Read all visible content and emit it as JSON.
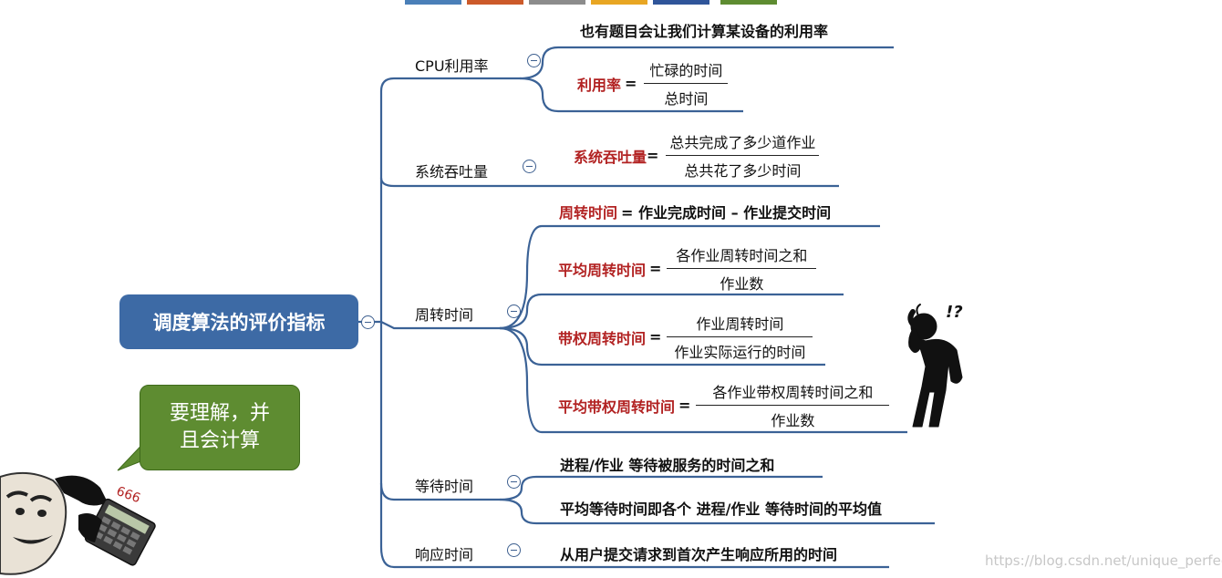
{
  "colors": {
    "root_bg": "#3d6aa5",
    "line": "#3b6296",
    "highlight_red": "#b22222",
    "bubble_bg": "#5e8c31"
  },
  "toolbar_swatches": [
    "#4a7fb8",
    "#cc5a2a",
    "#8c8c8c",
    "#e8a623",
    "#2f559a",
    "#5e8c31"
  ],
  "root": {
    "label": "调度算法的评价指标"
  },
  "branches": {
    "cpu": {
      "label": "CPU利用率",
      "note": "也有题目会让我们计算某设备的利用率",
      "formula": {
        "lhs": "利用率",
        "eq": "=",
        "num": "忙碌的时间",
        "den": "总时间"
      }
    },
    "throughput": {
      "label": "系统吞吐量",
      "formula": {
        "lhs": "系统吞吐量",
        "eq": "=",
        "num": "总共完成了多少道作业",
        "den": "总共花了多少时间"
      }
    },
    "turnaround": {
      "label": "周转时间",
      "def": {
        "lhs": "周转时间",
        "rhs": "= 作业完成时间 – 作业提交时间"
      },
      "avg": {
        "lhs": "平均周转时间",
        "eq": "=",
        "num": "各作业周转时间之和",
        "den": "作业数"
      },
      "weighted": {
        "lhs": "带权周转时间",
        "eq": "=",
        "num": "作业周转时间",
        "den": "作业实际运行的时间"
      },
      "avg_weighted": {
        "lhs": "平均带权周转时间",
        "eq": "=",
        "num": "各作业带权周转时间之和",
        "den": "作业数"
      }
    },
    "waiting": {
      "label": "等待时间",
      "item1": "进程/作业 等待被服务的时间之和",
      "item2": "平均等待时间即各个 进程/作业 等待时间的平均值"
    },
    "response": {
      "label": "响应时间",
      "item1": "从用户提交请求到首次产生响应所用的时间"
    }
  },
  "bubble": {
    "line1": "要理解，并",
    "line2": "且会计算"
  },
  "meme": {
    "sign": "666",
    "confused_mark": "!?"
  },
  "watermark": "https://blog.csdn.net/unique_perfect"
}
